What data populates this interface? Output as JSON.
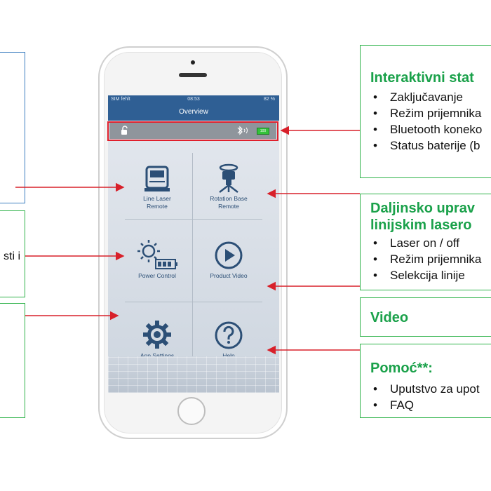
{
  "left_boxes": {
    "top_partial_text": "",
    "middle_partial_text": "sti i"
  },
  "status_box": {
    "title": "Interaktivni stat",
    "items": [
      "Zaključavanje",
      "Režim prijemnika",
      "Bluetooth koneko",
      "Status baterije (b"
    ]
  },
  "remote_box": {
    "title_line1": "Daljinsko uprav",
    "title_line2": "linijskim lasero",
    "items": [
      "Laser on / off",
      "Režim prijemnika",
      "Selekcija linije"
    ]
  },
  "video_box": {
    "title": "Video"
  },
  "help_box": {
    "title": "Pomoć**:",
    "items": [
      "Uputstvo za upot",
      "FAQ"
    ]
  },
  "phone": {
    "statusbar": {
      "carrier": "SIM fehlt",
      "time": "08:53",
      "battery_pct": "82 %"
    },
    "nav_title": "Overview",
    "battery_label": "100",
    "tiles": {
      "line_laser_remote_1": "Line Laser",
      "line_laser_remote_2": "Remote",
      "rotation_base_remote_1": "Rotation Base",
      "rotation_base_remote_2": "Remote",
      "power_control": "Power Control",
      "product_video": "Product Video",
      "app_settings": "App Settings",
      "help": "Help"
    }
  },
  "colors": {
    "green": "#1aa14a",
    "blue_header": "#2f5f94",
    "arrow_red": "#d8202a",
    "tile_blue": "#2c4f76"
  }
}
